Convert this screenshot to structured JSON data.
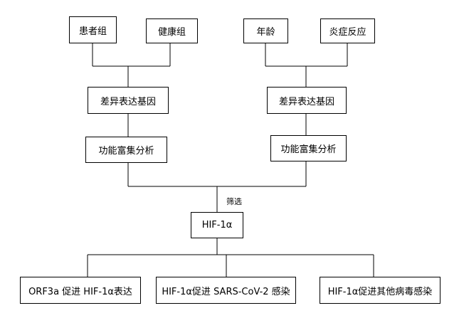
{
  "nodes": {
    "patient_group": "患者组",
    "healthy_group": "健康组",
    "age": "年龄",
    "inflammation": "炎症反应",
    "deg_left": "差异表达基因",
    "deg_right": "差异表达基因",
    "enrich_left": "功能富集分析",
    "enrich_right": "功能富集分析",
    "hif": "HIF-1α",
    "orf3a": "ORF3a 促进 HIF-1α表达",
    "sars": "HIF-1α促进 SARS-CoV-2 感染",
    "other_virus": "HIF-1α促进其他病毒感染"
  },
  "edge_labels": {
    "screening": "筛选"
  }
}
